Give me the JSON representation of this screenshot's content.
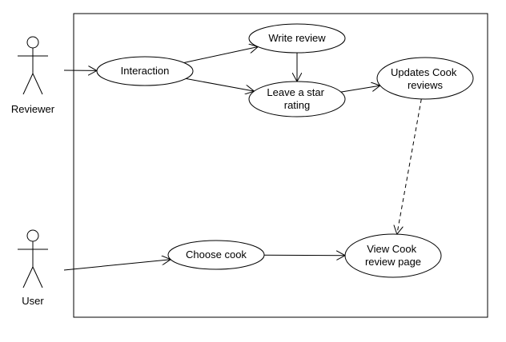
{
  "diagram": {
    "type": "use-case",
    "colors": {
      "stroke": "#000000",
      "fill": "#ffffff",
      "text": "#000000"
    },
    "actors": [
      {
        "id": "reviewer",
        "label": "Reviewer"
      },
      {
        "id": "user",
        "label": "User"
      }
    ],
    "use_cases": [
      {
        "id": "interaction",
        "lines": [
          "Interaction"
        ]
      },
      {
        "id": "write-review",
        "lines": [
          "Write review"
        ]
      },
      {
        "id": "leave-star-rating",
        "lines": [
          "Leave a star",
          "rating"
        ]
      },
      {
        "id": "updates-cook-reviews",
        "lines": [
          "Updates Cook",
          "reviews"
        ]
      },
      {
        "id": "choose-cook",
        "lines": [
          "Choose cook"
        ]
      },
      {
        "id": "view-cook-review-page",
        "lines": [
          "View Cook",
          "review page"
        ]
      }
    ],
    "relationships": [
      {
        "from": "reviewer",
        "to": "interaction",
        "style": "solid"
      },
      {
        "from": "interaction",
        "to": "write-review",
        "style": "solid"
      },
      {
        "from": "interaction",
        "to": "leave-star-rating",
        "style": "solid"
      },
      {
        "from": "write-review",
        "to": "leave-star-rating",
        "style": "solid"
      },
      {
        "from": "leave-star-rating",
        "to": "updates-cook-reviews",
        "style": "solid"
      },
      {
        "from": "updates-cook-reviews",
        "to": "view-cook-review-page",
        "style": "dashed"
      },
      {
        "from": "user",
        "to": "choose-cook",
        "style": "solid"
      },
      {
        "from": "choose-cook",
        "to": "view-cook-review-page",
        "style": "solid"
      }
    ]
  }
}
